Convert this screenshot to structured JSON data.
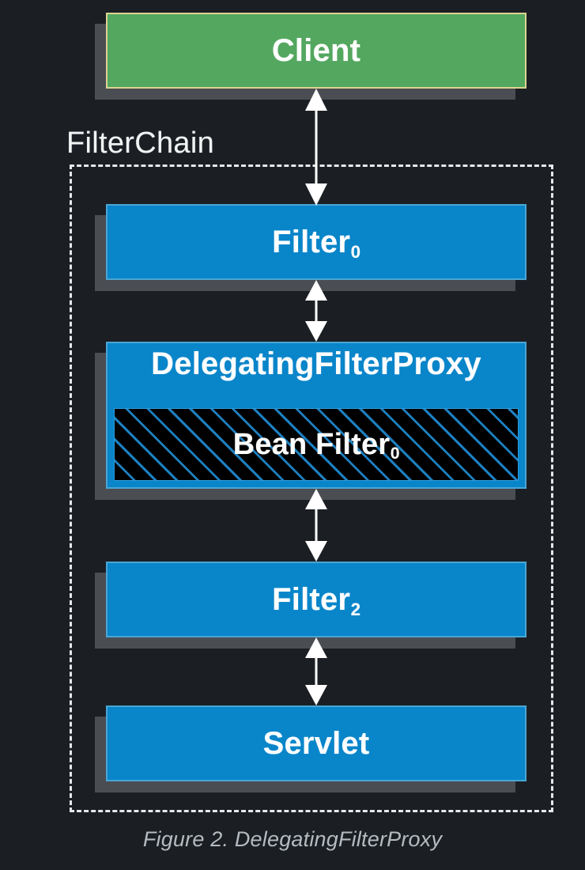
{
  "figure": {
    "caption": "Figure 2. DelegatingFilterProxy",
    "background_color": "#1b1f24"
  },
  "colors": {
    "background": "#1b1f24",
    "client_fill": "#53a75f",
    "client_border": "#ddd392",
    "filter_fill": "#0985ca",
    "filter_border": "#4aa6d4",
    "shadow": "#4a4d52",
    "hatch_line": "#1d7fc0",
    "hatch_background": "#000000",
    "arrow": "#ffffff",
    "dashed_border": "#e6e8ea",
    "caption_text": "#b6bbc0",
    "node_text": "#ffffff"
  },
  "nodes": {
    "client": {
      "label": "Client",
      "subscript": ""
    },
    "filter0": {
      "label": "Filter",
      "subscript": "0"
    },
    "delegating_filter_proxy": {
      "label": "DelegatingFilterProxy",
      "inner": {
        "label": "Bean Filter",
        "subscript": "0"
      }
    },
    "filter2": {
      "label": "Filter",
      "subscript": "2"
    },
    "servlet": {
      "label": "Servlet",
      "subscript": ""
    }
  },
  "container": {
    "label": "FilterChain"
  },
  "arrows": [
    {
      "name": "client-to-filter0",
      "from": "Client",
      "to": "Filter0",
      "direction": "bidirectional"
    },
    {
      "name": "filter0-to-dfp",
      "from": "Filter0",
      "to": "DelegatingFilterProxy",
      "direction": "bidirectional"
    },
    {
      "name": "dfp-to-filter2",
      "from": "DelegatingFilterProxy",
      "to": "Filter2",
      "direction": "bidirectional"
    },
    {
      "name": "filter2-to-servlet",
      "from": "Filter2",
      "to": "Servlet",
      "direction": "bidirectional"
    }
  ]
}
